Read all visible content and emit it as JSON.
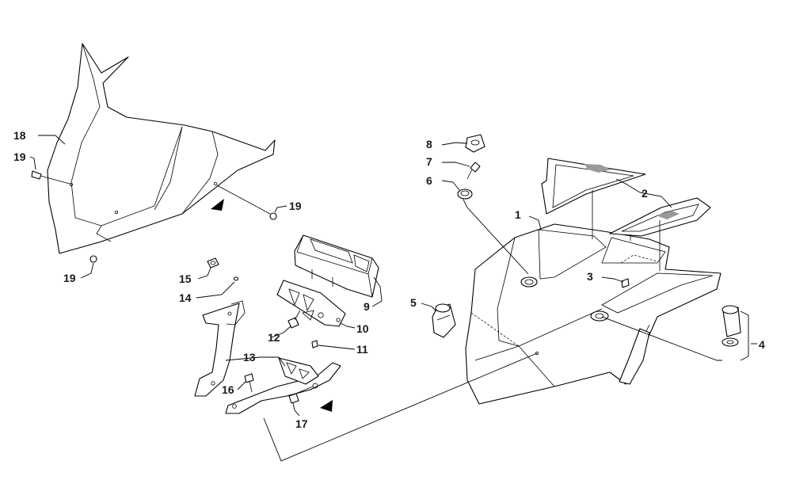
{
  "callouts": {
    "c1": "1",
    "c2": "2",
    "c3": "3",
    "c4": "4",
    "c5": "5",
    "c6": "6",
    "c7": "7",
    "c8": "8",
    "c9": "9",
    "c10": "10",
    "c11": "11",
    "c12": "12",
    "c13": "13",
    "c14": "14",
    "c15": "15",
    "c16": "16",
    "c17": "17",
    "c18": "18",
    "c19a": "19",
    "c19b": "19",
    "c19c": "19"
  },
  "colors": {
    "line": "#000000",
    "background": "#ffffff",
    "label": "#1a1a1a"
  }
}
